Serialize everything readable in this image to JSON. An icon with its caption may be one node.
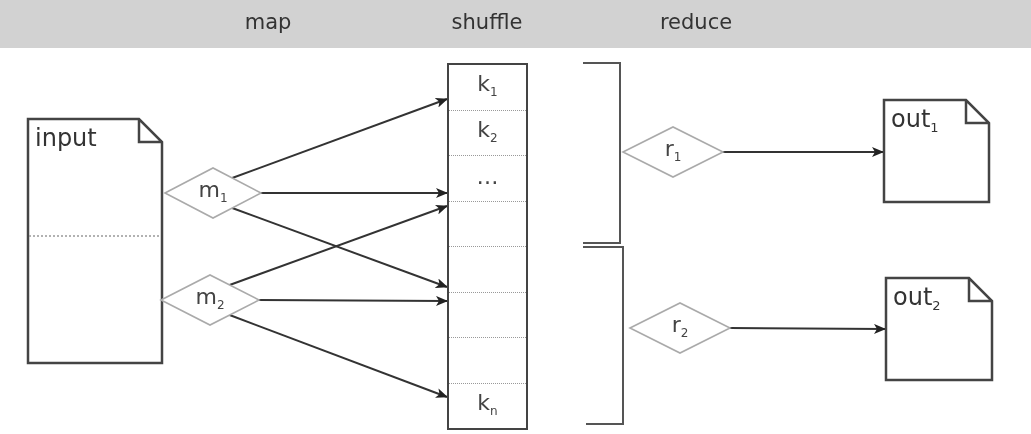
{
  "diagram": {
    "nodes": [
      {
        "text": [
          "input"
        ]
      },
      {
        "text": [
          "m$_{1}$"
        ]
      },
      {
        "text": [
          "m$_{2}$"
        ]
      },
      {
        "text": [
          "k$_{1}$",
          "k$_{2}$",
          "…",
          "k$_{n}$"
        ]
      },
      {
        "text": [
          "r$_{1}$"
        ]
      },
      {
        "text": [
          "r$_{2}$"
        ]
      },
      {
        "text": [
          "out$_{1}$"
        ]
      },
      {
        "text": [
          "out$_{2}$"
        ]
      }
    ],
    "edges": [
      {
        "from": 1,
        "to": 3,
        "arrow": "to"
      },
      {
        "from": 1,
        "to": 3,
        "arrow": "to"
      },
      {
        "from": 1,
        "to": 3,
        "arrow": "to"
      },
      {
        "from": 2,
        "to": 3,
        "arrow": "to"
      },
      {
        "from": 2,
        "to": 3,
        "arrow": "to"
      },
      {
        "from": 2,
        "to": 3,
        "arrow": "to"
      },
      {
        "from": 4,
        "to": 6,
        "arrow": "to"
      },
      {
        "from": 5,
        "to": 7,
        "arrow": "to"
      }
    ],
    "labels": [
      "map",
      "shuffle",
      "reduce"
    ]
  }
}
